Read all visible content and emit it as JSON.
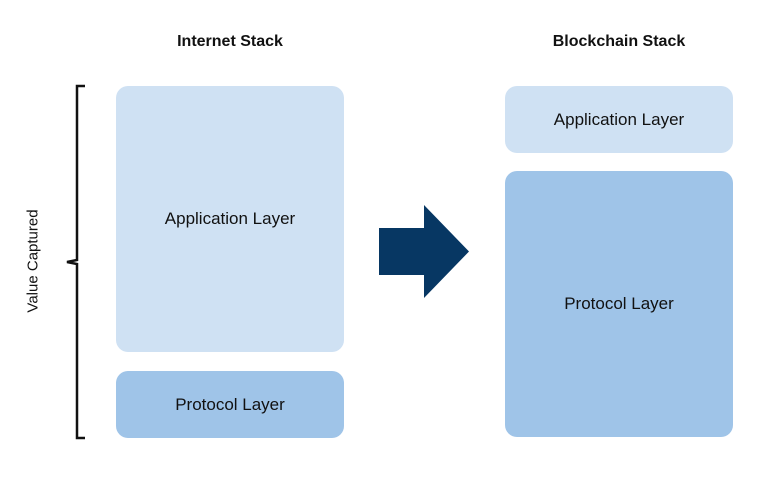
{
  "internet_stack": {
    "title": "Internet Stack",
    "application_layer": "Application Layer",
    "protocol_layer": "Protocol Layer"
  },
  "blockchain_stack": {
    "title": "Blockchain Stack",
    "application_layer": "Application Layer",
    "protocol_layer": "Protocol Layer"
  },
  "value_label": "Value Captured",
  "colors": {
    "light_layer": "#cfe1f3",
    "dark_layer": "#9fc4e8",
    "arrow": "#073763",
    "brace": "#111111"
  }
}
